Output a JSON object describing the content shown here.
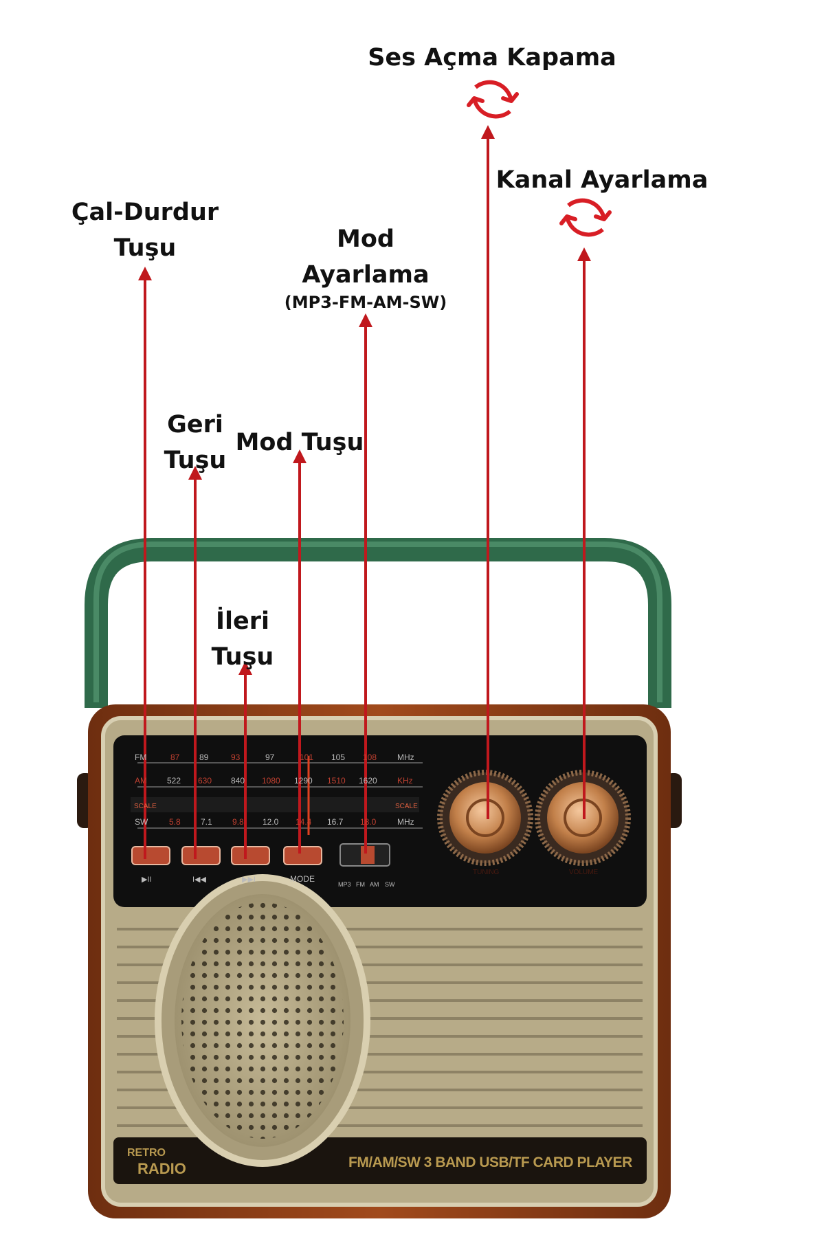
{
  "labels": {
    "volume": {
      "line1": "Ses Açma Kapama"
    },
    "tuning": {
      "line1": "Kanal Ayarlama"
    },
    "play_pause": {
      "line1": "Çal-Durdur",
      "line2": "Tuşu"
    },
    "mode_adjust": {
      "line1": "Mod",
      "line2": "Ayarlama",
      "line3": "(MP3-FM-AM-SW)"
    },
    "back": {
      "line1": "Geri",
      "line2": "Tuşu"
    },
    "mode_button": {
      "line1": "Mod Tuşu"
    },
    "next": {
      "line1": "İleri",
      "line2": "Tuşu"
    }
  },
  "radio": {
    "fm_row": {
      "band": "FM",
      "ticks": [
        "87",
        "89",
        "93",
        "97",
        "101",
        "105",
        "108"
      ],
      "unit": "MHz"
    },
    "am_row": {
      "band": "AM",
      "ticks": [
        "522",
        "630",
        "840",
        "1080",
        "1290",
        "1510",
        "1620"
      ],
      "unit": "KHz"
    },
    "scale_left": "SCALE",
    "scale_right": "SCALE",
    "sw_row": {
      "band": "SW",
      "ticks": [
        "5.8",
        "7.1",
        "9.8",
        "12.0",
        "14.4",
        "16.7",
        "18.0"
      ],
      "unit": "MHz"
    },
    "button_symbols": {
      "play": "▶II",
      "back": "I◀◀",
      "next": "▶▶I",
      "mode": "MODE"
    },
    "switch_positions": [
      "MP3",
      "FM",
      "AM",
      "SW"
    ],
    "knob_left_label": "TUNING",
    "knob_right_label": "VOLUME",
    "brand_line1": "RETRO",
    "brand_line2": "RADIO",
    "model_text": "FM/AM/SW 3 BAND USB/TF CARD PLAYER"
  },
  "colors": {
    "arrow": "#c0181d",
    "wood": "#8a3d17",
    "panel": "#0f0f0f",
    "grille": "#b4a886",
    "handle": "#2f6a4a",
    "copper": "#c98a55"
  }
}
